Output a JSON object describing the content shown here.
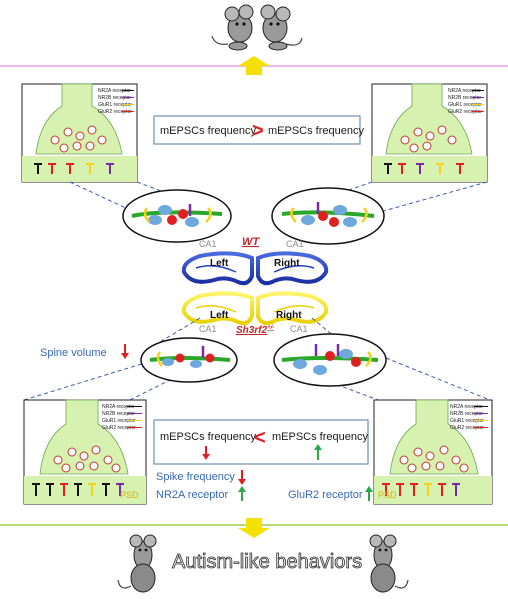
{
  "top_legend": {
    "nr2a": "NR2A receptor",
    "nr2b": "NR2B receptor",
    "glur1": "GluR1 receptor",
    "glur2": "GluR2 receptor"
  },
  "wt_label": "WT",
  "mut_label": "Sh3rf2",
  "mut_superscript": "+/-",
  "ca1_label": "CA1",
  "left_label": "Left",
  "right_label": "Right",
  "top_comparison": {
    "left": "mEPSCs frequency",
    "symbol": ">",
    "right": "mEPSCs frequency"
  },
  "bottom_comparison": {
    "left": "mEPSCs frequency",
    "symbol": "<",
    "right": "mEPSCs frequency"
  },
  "spine_volume": "Spine volume",
  "spike_frequency": "Spike frequency",
  "nr2a_receptor": "NR2A receptor",
  "glur2_receptor": "GluR2 receptor",
  "psd_label": "PSD",
  "autism_label": "Autism-like behaviors",
  "colors": {
    "nr2a": "#111111",
    "nr2b": "#7a2aa8",
    "glur1": "#f2d21a",
    "glur2": "#e02020",
    "synapse_green": "#d7f2b0",
    "pink_line": "#e6a0e6",
    "green_line": "#9ad14a",
    "arrow_yellow": "#f5e000",
    "wt_blue": "#2040c0",
    "mut_yellow": "#f0e400"
  }
}
